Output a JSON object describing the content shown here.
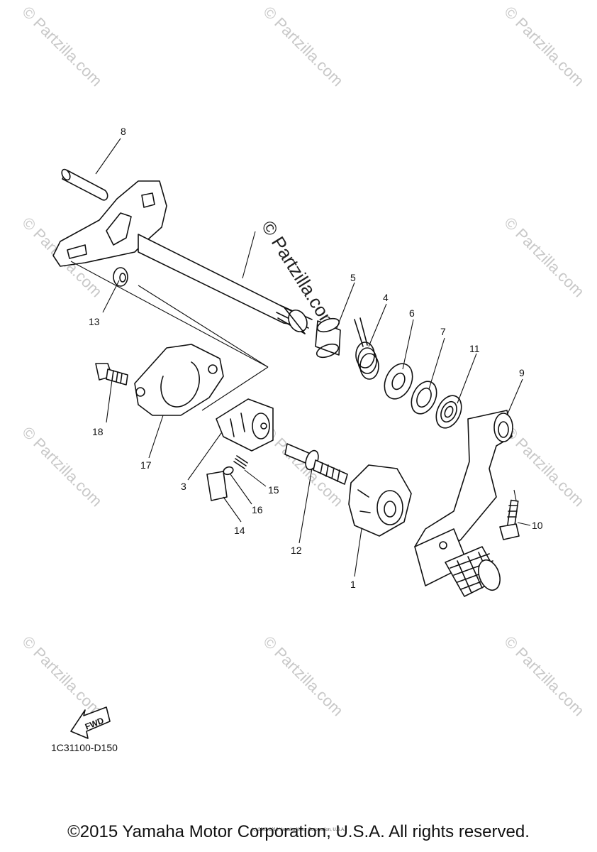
{
  "watermark": {
    "text": "© Partzilla.com"
  },
  "diagram_code": "1C31100-D150",
  "fwd_label": "FWD",
  "callouts": [
    "1",
    "3",
    "4",
    "5",
    "6",
    "7",
    "8",
    "9",
    "10",
    "11",
    "12",
    "13",
    "14",
    "15",
    "16",
    "17",
    "18"
  ],
  "copyright": "©2015 Yamaha Motor Corporation, U.S.A. All rights reserved.",
  "copyright_small": "(c) 2005-2016 Yamaha Motor Corporation, U.S.A."
}
